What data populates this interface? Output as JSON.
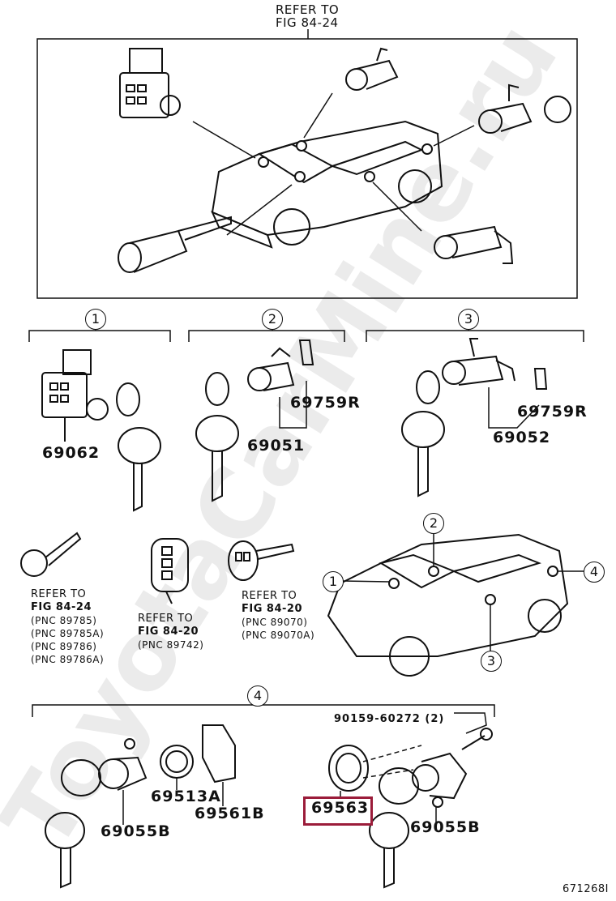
{
  "top_ref": {
    "line1": "REFER TO",
    "line2": "FIG 84-24"
  },
  "groups": [
    {
      "num": "1",
      "part": "69062"
    },
    {
      "num": "2",
      "part": "69051",
      "clip": "69759R"
    },
    {
      "num": "3",
      "part": "69052",
      "clip": "69759R"
    },
    {
      "num": "4"
    }
  ],
  "refs": {
    "a": {
      "line1": "REFER TO",
      "line2": "FIG 84-24",
      "pncs": [
        "(PNC 89785)",
        "(PNC 89785A)",
        "(PNC 89786)",
        "(PNC 89786A)"
      ]
    },
    "b": {
      "line1": "REFER TO",
      "line2": "FIG 84-20",
      "pncs": [
        "(PNC 89742)"
      ]
    },
    "c": {
      "line1": "REFER TO",
      "line2": "FIG 84-20",
      "pncs": [
        "(PNC 89070)",
        "(PNC 89070A)"
      ]
    }
  },
  "car_callouts": [
    "1",
    "2",
    "3",
    "4"
  ],
  "group4_parts": {
    "cyl_left": "69055B",
    "gasket": "69513A",
    "retainer": "69561B",
    "bolt": "90159-60272 (2)",
    "highlighted": "69563",
    "cyl_right": "69055B"
  },
  "diagram_id": "671268I",
  "watermark": "ToyotaCarMine.ru",
  "highlight_color": "#9b1c3a"
}
